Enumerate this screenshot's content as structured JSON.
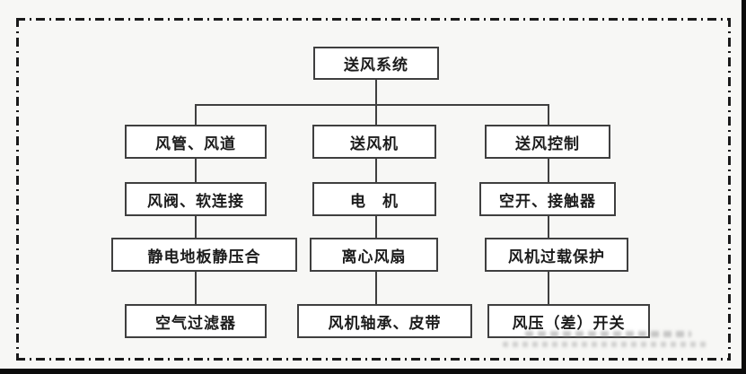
{
  "diagram": {
    "root_label": "送风系统",
    "columns": [
      {
        "name": "duct-branch",
        "nodes": [
          "风管、风道",
          "风阀、软连接",
          "静电地板静压合",
          "空气过滤器"
        ]
      },
      {
        "name": "fan-branch",
        "nodes": [
          "送风机",
          "电　机",
          "离心风扇",
          "风机轴承、皮带"
        ]
      },
      {
        "name": "control-branch",
        "nodes": [
          "送风控制",
          "空开、接触器",
          "风机过载保护",
          "风压（差）开关"
        ]
      }
    ]
  },
  "colors": {
    "line": "#3f3f3f",
    "box_border": "#3f3f3f",
    "box_bg": "#ffffff",
    "text": "#1c1c1c",
    "frame": "#1a1a1a",
    "page_bg": "#f7f7f5"
  }
}
